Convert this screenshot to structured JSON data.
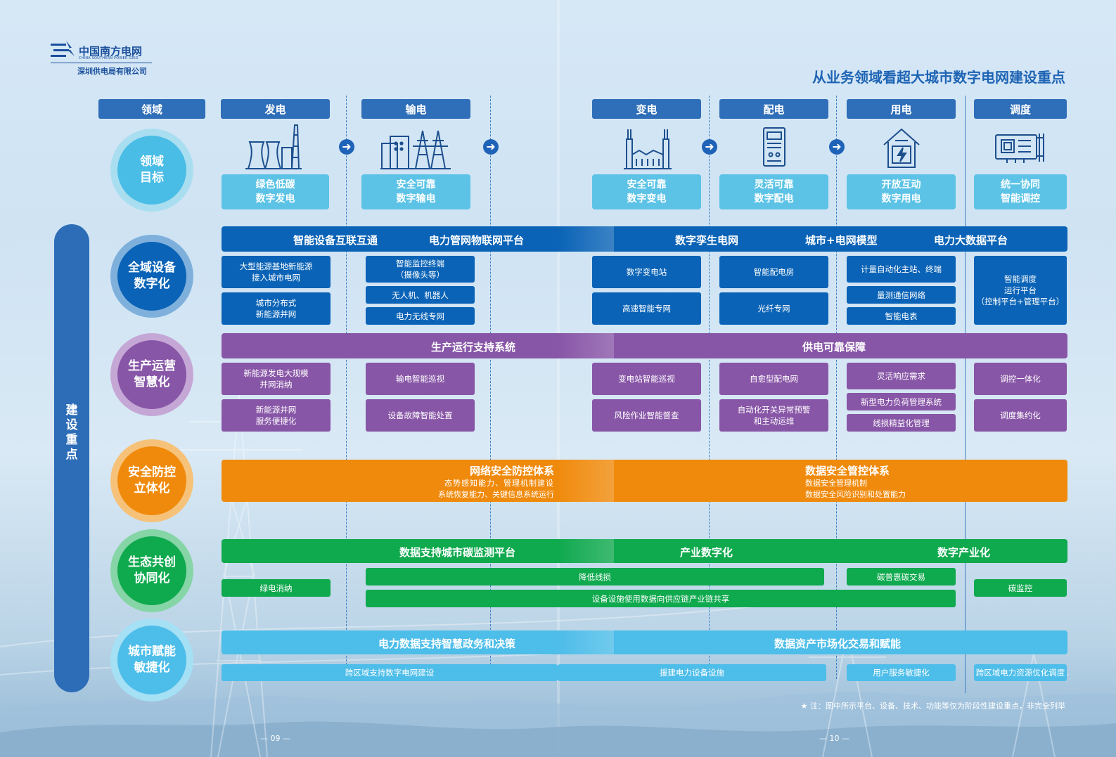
{
  "logo": {
    "company_cn": "中国南方电网",
    "company_en": "CHINA SOUTHERN POWER GRID",
    "branch": "深圳供电局有限公司"
  },
  "page_title": "从业务领域看超大城市数字电网建设重点",
  "headers": [
    "领域",
    "发电",
    "输电",
    "变电",
    "配电",
    "用电",
    "调度"
  ],
  "domain_goal_circle": "领域\n目标",
  "goals": [
    "绿色低碳\n数字发电",
    "安全可靠\n数字输电",
    "安全可靠\n数字变电",
    "灵活可靠\n数字配电",
    "开放互动\n数字用电",
    "统一协同\n智能调控"
  ],
  "construction_focus": "建\n设\n重\n点",
  "rows": {
    "digitalization": {
      "title": "全域设备\n数字化",
      "band": [
        "智能设备互联互通",
        "电力管网物联网平台",
        "数字孪生电网",
        "城市+电网模型",
        "电力大数据平台"
      ],
      "items": [
        "大型能源基地新能源\n接入城市电网",
        "城市分布式\n新能源并网",
        "智能监控终端\n（摄像头等）",
        "无人机、机器人",
        "电力无线专网",
        "数字变电站",
        "高速智能专网",
        "智能配电房",
        "光纤专网",
        "计量自动化主站、终端",
        "量测通信网络",
        "智能电表",
        "智能调度\n运行平台\n（控制平台+管理平台）"
      ]
    },
    "operation": {
      "title": "生产运营\n智慧化",
      "band": [
        "生产运行支持系统",
        "供电可靠保障"
      ],
      "items": [
        "新能源发电大规模\n并网消纳",
        "新能源并网\n服务便捷化",
        "输电智能巡视",
        "设备故障智能处置",
        "变电站智能巡视",
        "风险作业智能督查",
        "自愈型配电网",
        "自动化开关异常预警\n和主动运维",
        "灵活响应需求",
        "新型电力负荷管理系统",
        "线损精益化管理",
        "调控一体化",
        "调度集约化"
      ]
    },
    "security": {
      "title": "安全防控\n立体化",
      "left_title": "网络安全防控体系",
      "left_lines": [
        "态势感知能力、管理机制建设",
        "系统恢复能力、关键信息系统运行"
      ],
      "right_title": "数据安全管控体系",
      "right_lines": [
        "数据安全管理机制",
        "数据安全风险识别和处置能力"
      ]
    },
    "ecology": {
      "title": "生态共创\n协同化",
      "band": [
        "数据支持城市碳监测平台",
        "产业数字化",
        "数字产业化"
      ],
      "items": [
        "绿电消纳",
        "降低线损",
        "碳普惠碳交易",
        "设备设施使用数据向供应链产业链共享",
        "碳监控"
      ]
    },
    "empowerment": {
      "title": "城市赋能\n敏捷化",
      "band": [
        "电力数据支持智慧政务和决策",
        "数据资产市场化交易和赋能"
      ],
      "items": [
        "跨区域支持数字电网建设",
        "援建电力设备设施",
        "用户服务敏捷化",
        "跨区域电力资源优化调度"
      ]
    }
  },
  "note": "★ 注：图中所示平台、设备、技术、功能等仅为阶段性建设重点，非完全列举",
  "page_numbers": [
    "— 09 —",
    "— 10 —"
  ],
  "colors": {
    "header_blue": "#2f6eb8",
    "goal_cyan": "#5cc3e6",
    "digital_blue": "#0a63b6",
    "operation_purple": "#8856a7",
    "security_orange": "#f08a0c",
    "ecology_green": "#0fa94e",
    "empower_sky": "#4dbde9",
    "title_blue": "#1e64b4"
  }
}
